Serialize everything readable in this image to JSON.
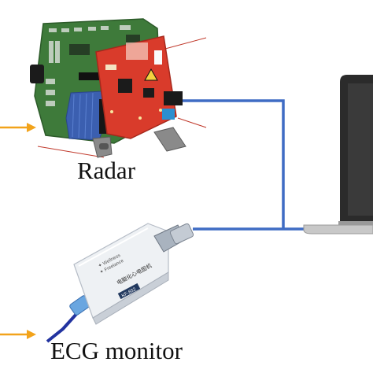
{
  "labels": {
    "radar": "Radar",
    "ecg_monitor": "ECG monitor"
  },
  "device_text": {
    "ecg_logo_line1": "✦ Wellness",
    "ecg_logo_line2": "✦ Freelance",
    "ecg_model_cn": "电脑化心电图机",
    "ecg_model_code": "KF-832"
  },
  "colors": {
    "connection_line": "#3f6cc4",
    "arrow": "#f2a31b",
    "radar_board": "#d93b2b",
    "main_board": "#3e7a3a",
    "ecg_body": "#e8ebef",
    "laptop_frame": "#2b2b2b"
  }
}
